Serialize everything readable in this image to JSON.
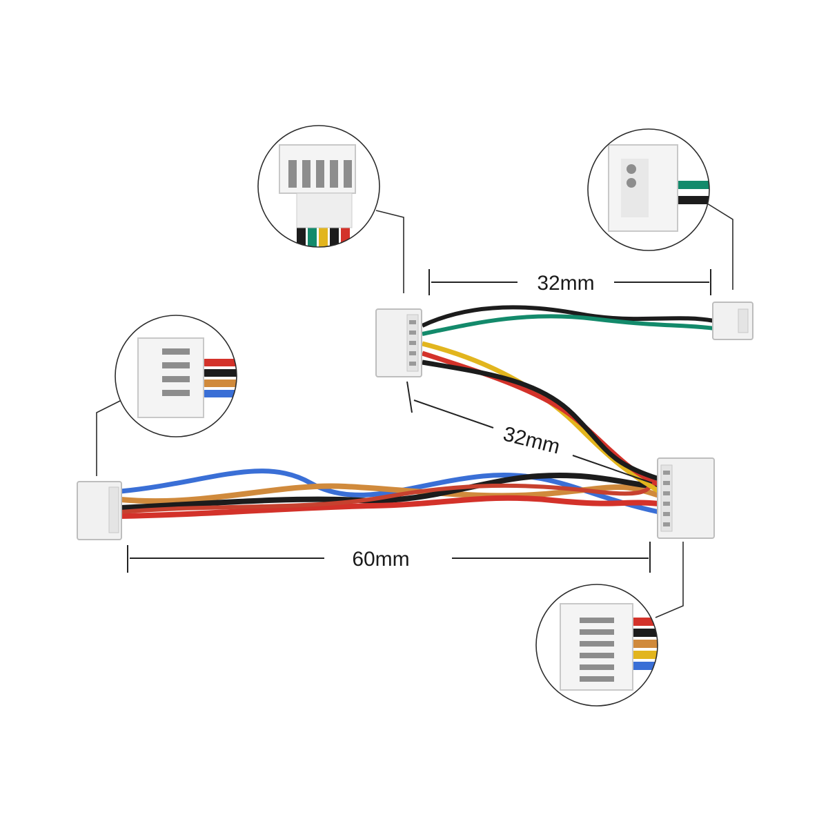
{
  "dimensions": {
    "top_lead": "32mm",
    "diagonal_lead": "32mm",
    "bottom_lead": "60mm"
  },
  "colors": {
    "connector_body": "#f1f1f1",
    "connector_edge": "#bdbdbd",
    "pin": "#9a9a9a",
    "wire_black": "#1c1c1c",
    "wire_green": "#138a6b",
    "wire_yellow": "#e2b51e",
    "wire_red": "#d3322a",
    "wire_blue": "#3a6fd6",
    "wire_orange": "#d08a3c",
    "dimension_line": "#222222",
    "callout_circle": "#2b2b2b"
  },
  "callouts": [
    {
      "name": "top-left-detail",
      "wires": [
        "wire_black",
        "wire_green",
        "wire_yellow",
        "wire_black",
        "wire_red"
      ]
    },
    {
      "name": "top-right-detail",
      "wires": [
        "wire_green",
        "wire_black"
      ]
    },
    {
      "name": "left-detail",
      "wires": [
        "wire_red",
        "wire_black",
        "wire_orange",
        "wire_blue"
      ]
    },
    {
      "name": "bottom-right-detail",
      "wires": [
        "wire_red",
        "wire_black",
        "wire_orange",
        "wire_yellow",
        "wire_blue"
      ]
    }
  ]
}
